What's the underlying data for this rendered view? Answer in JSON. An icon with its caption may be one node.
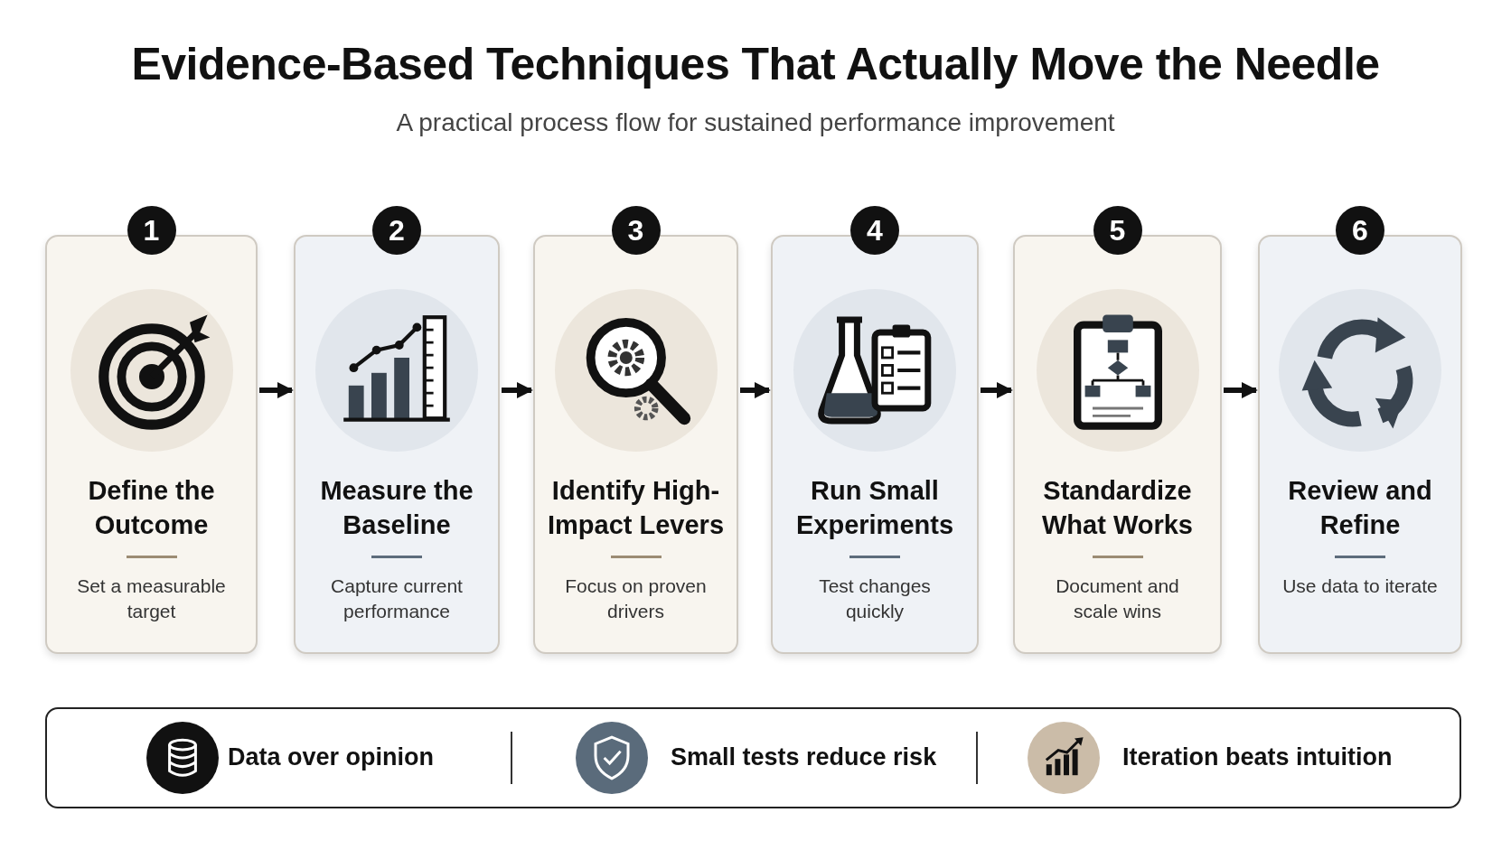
{
  "diagram": {
    "title": "Evidence-Based Techniques That Actually Move the Needle",
    "nodes": [
      {
        "text": [
          "1",
          "Define the Outcome",
          "Set a measurable target"
        ]
      },
      {
        "text": [
          "2",
          "Measure the Baseline",
          "Capture current performance"
        ]
      },
      {
        "text": [
          "3",
          "Identify High-Impact Levers",
          "Focus on proven drivers"
        ]
      },
      {
        "text": [
          "4",
          "Run Small Experiments",
          "Test changes quickly"
        ]
      },
      {
        "text": [
          "5",
          "Standardize What Works",
          "Document and scale wins"
        ]
      },
      {
        "text": [
          "6",
          "Review and Refine",
          "Use data to iterate"
        ]
      },
      {
        "text": [
          "Data over opinion",
          "Small tests reduce risk",
          "Iteration beats intuition"
        ]
      }
    ],
    "edges": [
      {
        "from": 0,
        "to": 1,
        "arrow": "to"
      },
      {
        "from": 1,
        "to": 2,
        "arrow": "to"
      },
      {
        "from": 2,
        "to": 3,
        "arrow": "to"
      },
      {
        "from": 3,
        "to": 4,
        "arrow": "to"
      },
      {
        "from": 4,
        "to": 5,
        "arrow": "to"
      }
    ],
    "labels": [
      "A practical process flow for sustained performance improvement"
    ]
  }
}
